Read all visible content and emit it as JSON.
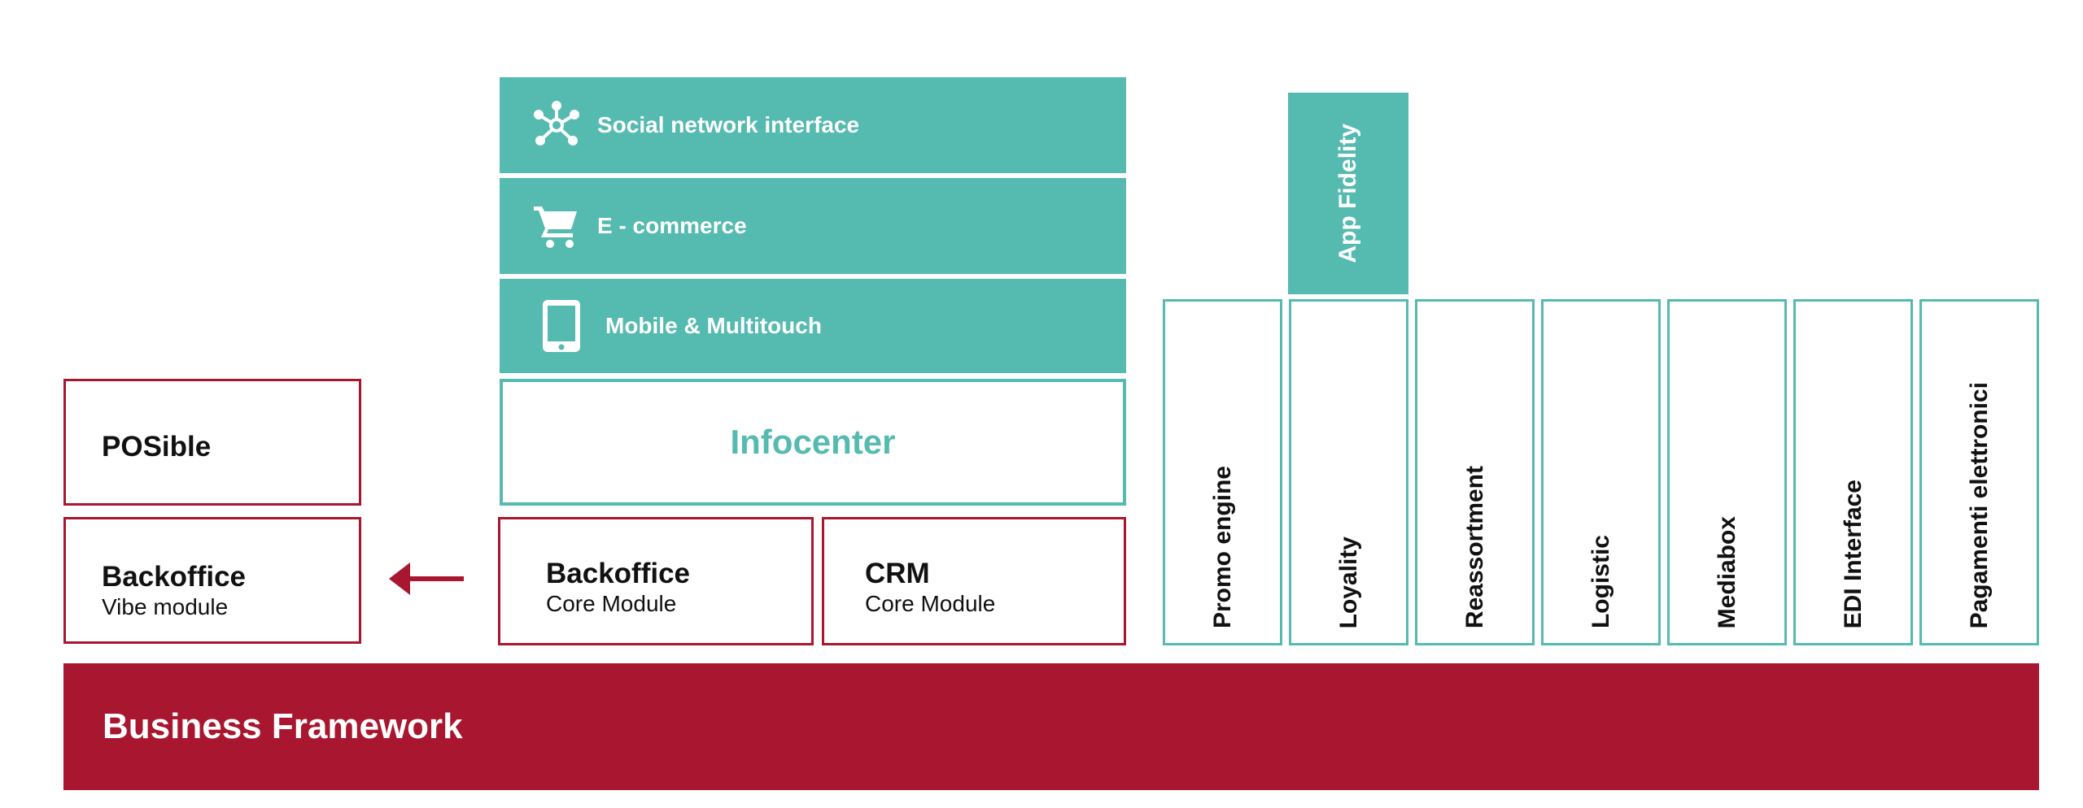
{
  "left": {
    "posible_label": "POSible",
    "backoffice_title": "Backoffice",
    "backoffice_sub": "Vibe module"
  },
  "stack": {
    "social": "Social network interface",
    "ecommerce": "E - commerce",
    "mobile": "Mobile & Multitouch",
    "infocenter": "Infocenter",
    "backoffice_title": "Backoffice",
    "backoffice_sub": "Core Module",
    "crm_title": "CRM",
    "crm_sub": "Core Module"
  },
  "app_fidelity": "App Fidelity",
  "modules": [
    "Promo engine",
    "Loyality",
    "Reassortment",
    "Logistic",
    "Mediabox",
    "EDI Interface",
    "Pagamenti elettronici"
  ],
  "footer": {
    "label": "Business Framework"
  },
  "colors": {
    "teal": "#55bab0",
    "crimson": "#a8172f"
  },
  "icons": [
    "network-icon",
    "cart-icon",
    "tablet-icon",
    "arrow-left-icon"
  ]
}
